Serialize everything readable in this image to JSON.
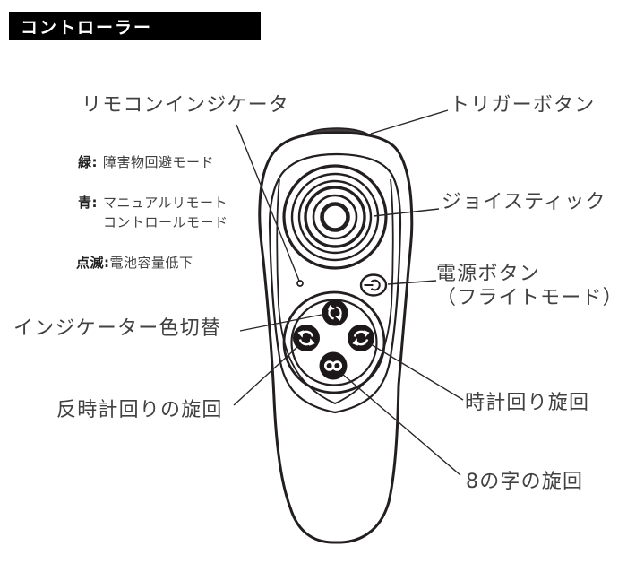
{
  "header": {
    "title": "コントローラー"
  },
  "callouts": {
    "remote_indicator": "リモコンインジケータ",
    "trigger_button": "トリガーボタン",
    "joystick": "ジョイスティック",
    "power_button_line1": "電源ボタン",
    "power_button_line2": "（フライトモード）",
    "indicator_color_switch": "インジケーター色切替",
    "counterclockwise_turn": "反時計回りの旋回",
    "clockwise_turn": "時計回り旋回",
    "figure_eight_turn": "8の字の旋回"
  },
  "indicator_legend": {
    "green": {
      "key": "緑:",
      "value": "障害物回避モード"
    },
    "blue": {
      "key": "青:",
      "value_line1": "マニュアルリモート",
      "value_line2": "コントロールモード"
    },
    "blink": {
      "key": "点滅:",
      "value": "電池容量低下"
    }
  },
  "icons": {
    "power": "power-icon",
    "indicator_color_switch": "vertical-cycle-arrows-icon",
    "counterclockwise": "rotate-counterclockwise-icon",
    "clockwise": "rotate-clockwise-icon",
    "figure_eight": "infinity-icon"
  },
  "colors": {
    "header_bg": "#000000",
    "header_text": "#ffffff",
    "outline": "#231f20",
    "label_text": "#414141",
    "trigger_fill": "#403b3c",
    "button_fill": "#1c1819"
  }
}
